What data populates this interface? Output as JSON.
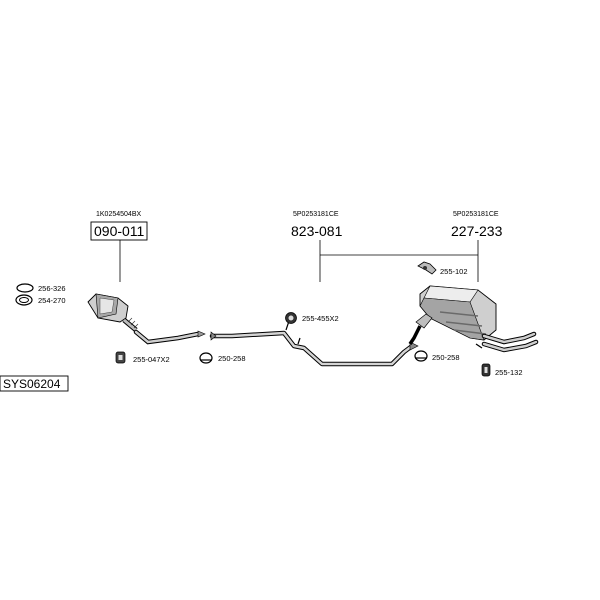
{
  "diagram": {
    "system_code": "SYS06204",
    "main_parts": [
      {
        "ref": "1K0254504BX",
        "number": "090-011",
        "boxed": true
      },
      {
        "ref": "5P0253181CE",
        "number": "823-081",
        "boxed": false
      },
      {
        "ref": "5P0253181CE",
        "number": "227-233",
        "boxed": false
      }
    ],
    "accessory_parts": {
      "p1": "256-326",
      "p2": "254-270",
      "p3": "255-047X2",
      "p4": "250-258",
      "p5": "255-455X2",
      "p6": "255-102",
      "p7": "250-258",
      "p8": "255-132"
    },
    "colors": {
      "line": "#000000",
      "part_fill": "#d8d8d8",
      "part_shade": "#9a9a9a"
    }
  }
}
